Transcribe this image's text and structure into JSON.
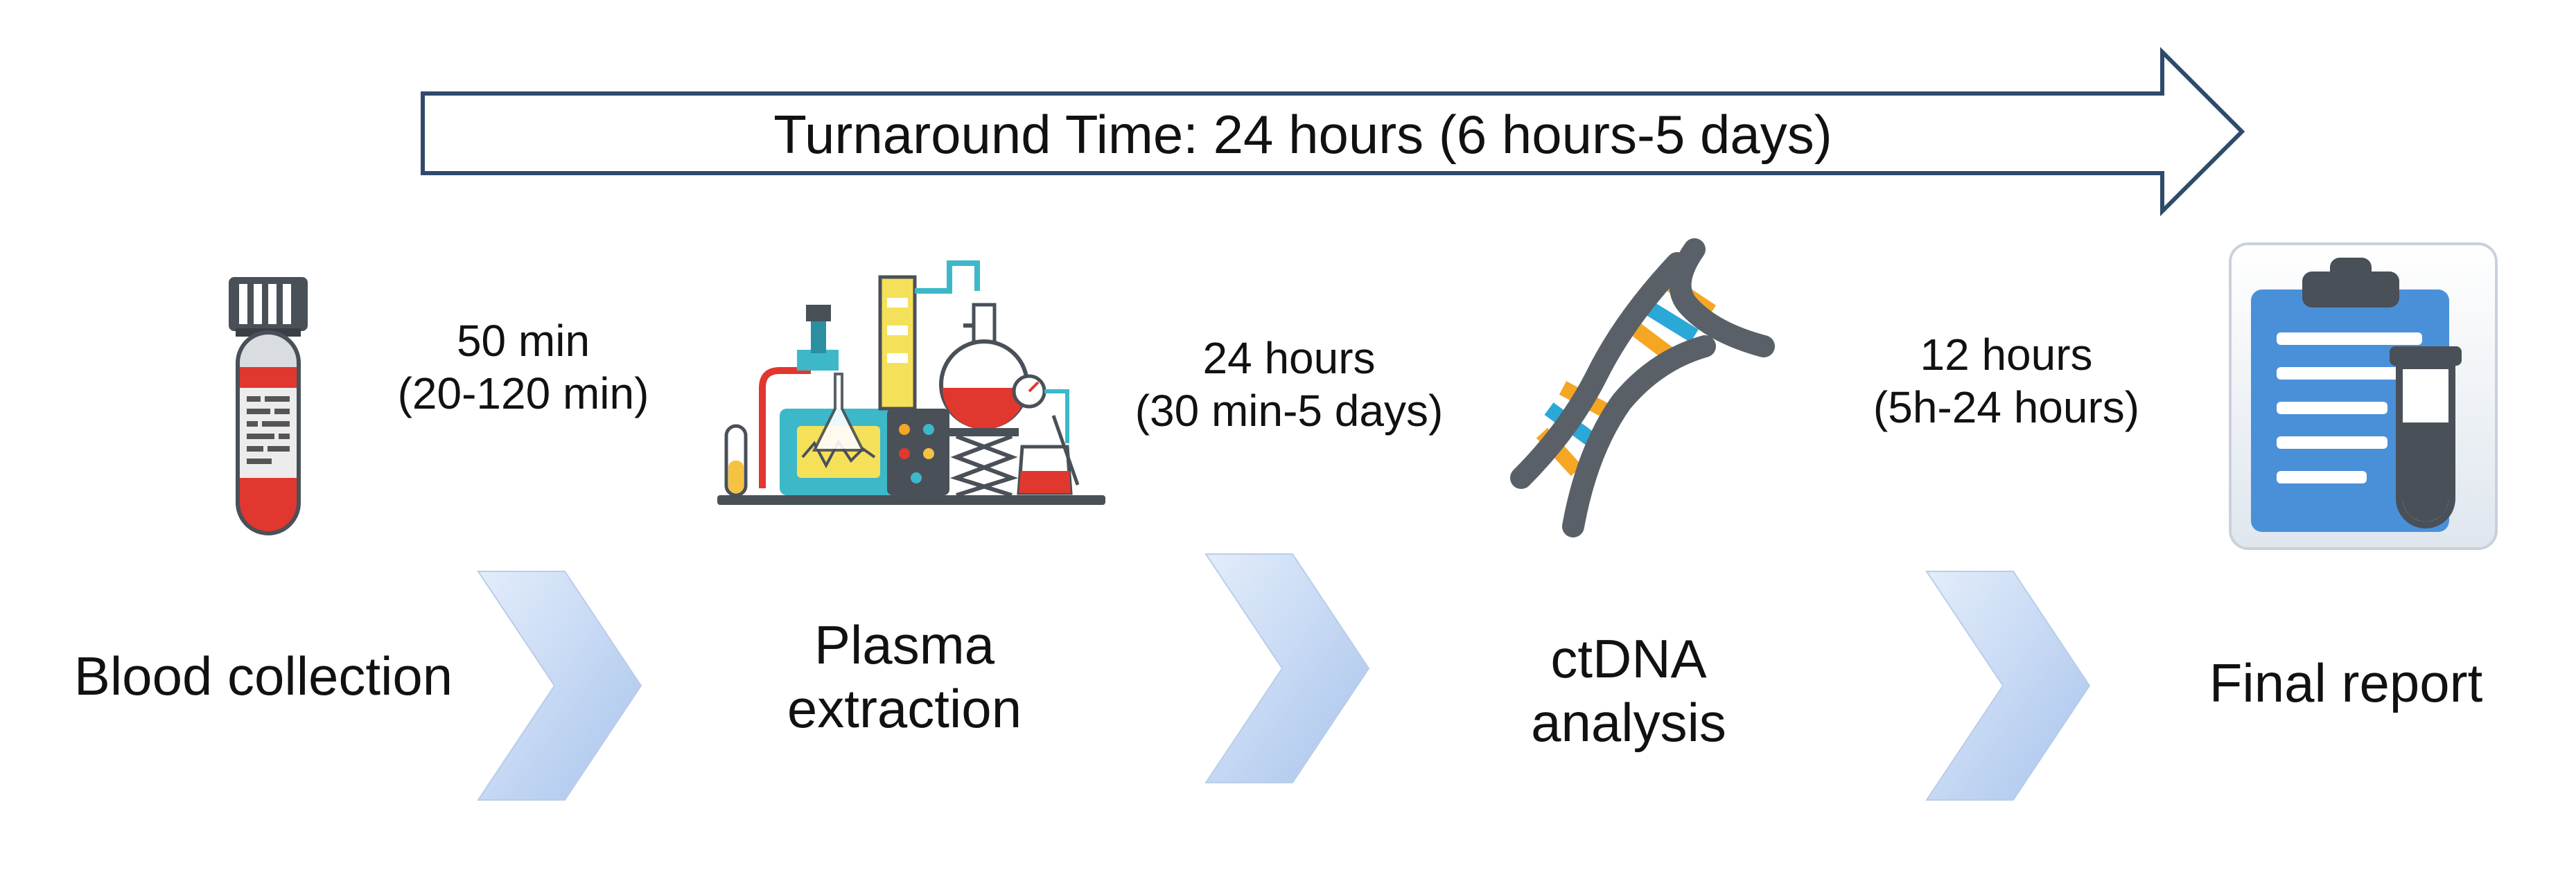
{
  "turnaround": {
    "label": "Turnaround Time: 24 hours (6 hours-5 days)"
  },
  "steps": [
    {
      "name": "Blood collection",
      "icon": "blood-tube-icon"
    },
    {
      "name": "Plasma extraction",
      "line1": "Plasma",
      "line2": "extraction",
      "icon": "lab-equipment-icon"
    },
    {
      "name": "ctDNA analysis",
      "line1": "ctDNA",
      "line2": "analysis",
      "icon": "dna-helix-icon"
    },
    {
      "name": "Final report",
      "icon": "clipboard-report-icon"
    }
  ],
  "durations": [
    {
      "line1": "50 min",
      "line2": "(20-120 min)"
    },
    {
      "line1": "24 hours",
      "line2": "(30 min-5 days)"
    },
    {
      "line1": "12 hours",
      "line2": "(5h-24 hours)"
    }
  ],
  "colors": {
    "arrow_outline": "#2f4a6b",
    "chevron_fill": "#c6d8f5",
    "blood_red": "#e0372f",
    "clipboard_blue": "#4a90d9",
    "dna_orange": "#f5a623",
    "dna_blue": "#2aa8d8"
  }
}
